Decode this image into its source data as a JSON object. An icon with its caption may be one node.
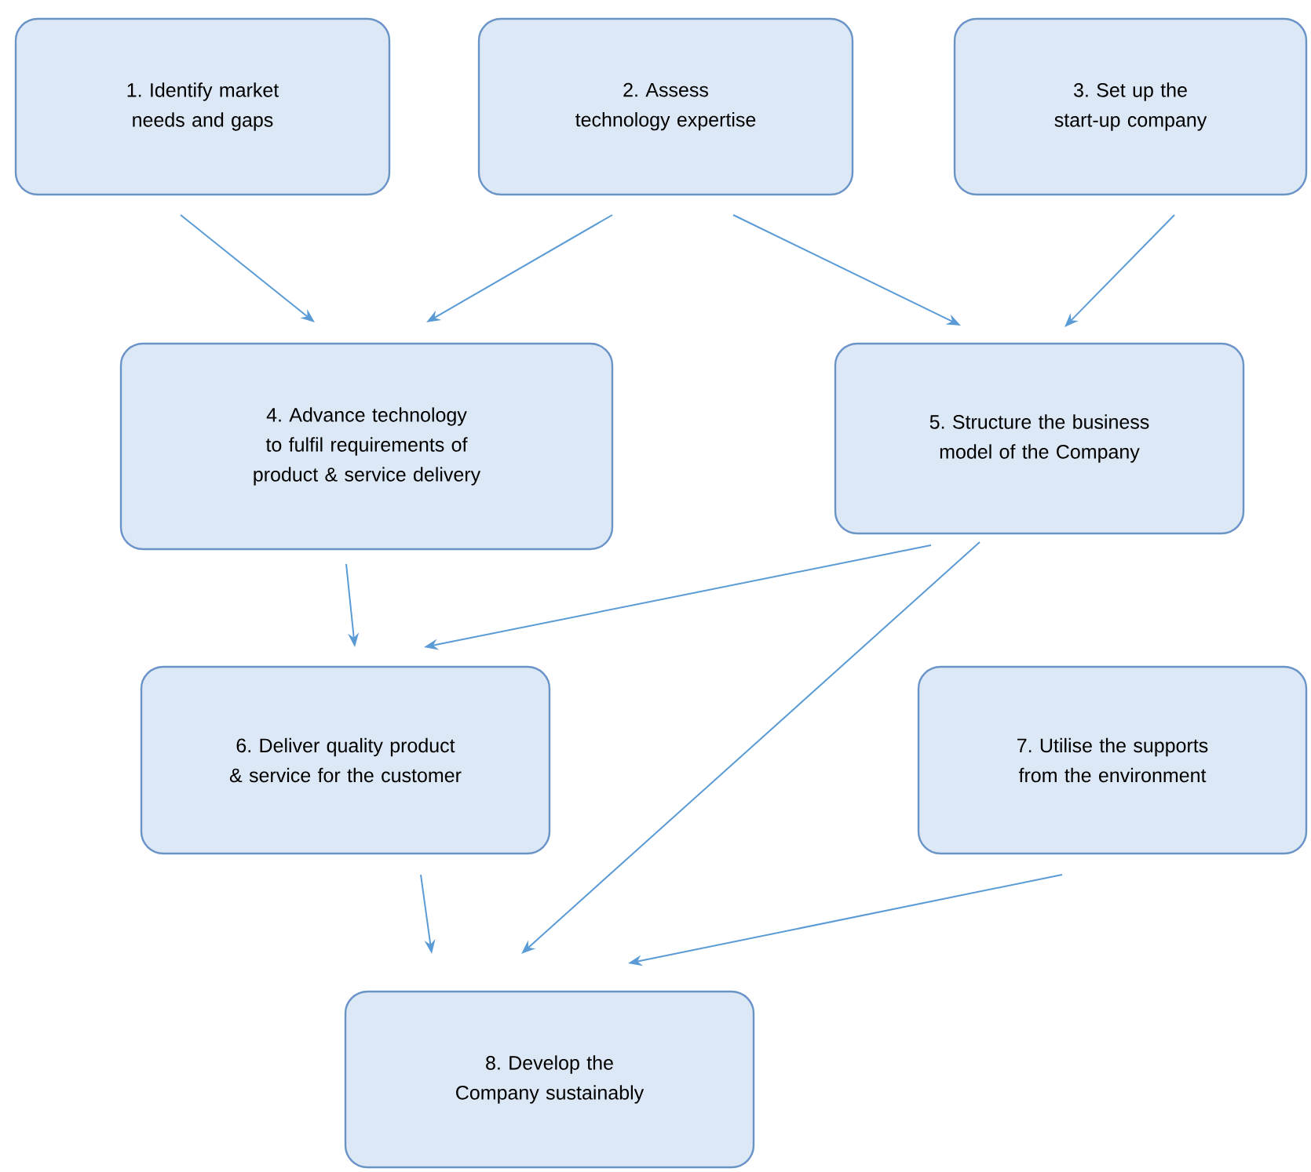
{
  "diagram": {
    "nodes": [
      {
        "text": [
          "1. Identify market needs and gaps"
        ]
      },
      {
        "text": [
          "2. Assess technology expertise"
        ]
      },
      {
        "text": [
          "3. Set up the start-up company"
        ]
      },
      {
        "text": [
          "4. Advance technology to fulfil requirements of product & service delivery"
        ]
      },
      {
        "text": [
          "5. Structure the business model of the Company"
        ]
      },
      {
        "text": [
          "6. Deliver quality product & service for the customer"
        ]
      },
      {
        "text": [
          "7. Utilise the supports from the environment"
        ]
      },
      {
        "text": [
          "8. Develop the Company sustainably"
        ]
      }
    ],
    "edges": [
      {
        "from": 0,
        "to": 3,
        "arrow": "to"
      },
      {
        "from": 1,
        "to": 3,
        "arrow": "to"
      },
      {
        "from": 1,
        "to": 4,
        "arrow": "to"
      },
      {
        "from": 2,
        "to": 4,
        "arrow": "to"
      },
      {
        "from": 3,
        "to": 5,
        "arrow": "to"
      },
      {
        "from": 4,
        "to": 5,
        "arrow": "to"
      },
      {
        "from": 4,
        "to": 7,
        "arrow": "to"
      },
      {
        "from": 5,
        "to": 7,
        "arrow": "to"
      },
      {
        "from": 6,
        "to": 7,
        "arrow": "to"
      }
    ]
  }
}
